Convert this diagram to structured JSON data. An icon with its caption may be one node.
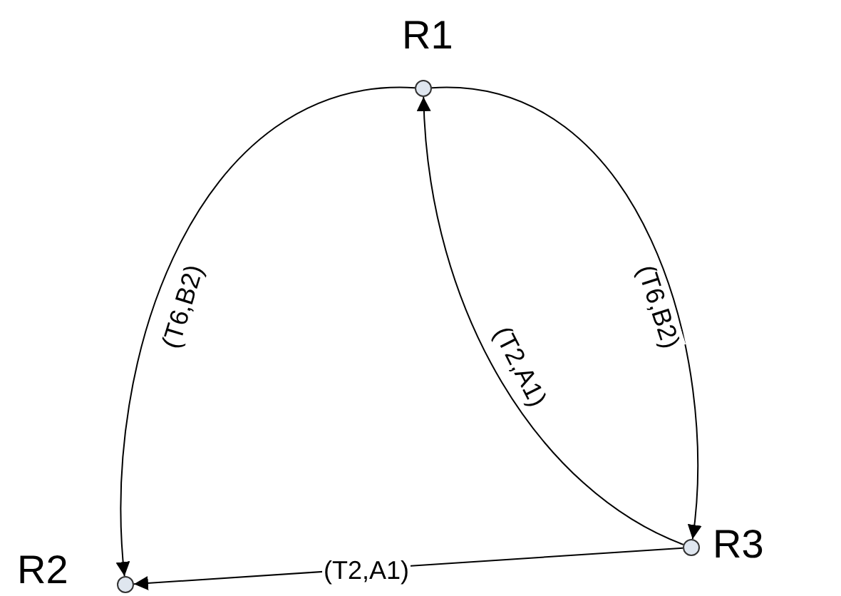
{
  "diagram": {
    "nodes": [
      {
        "text": [
          "R1"
        ]
      },
      {
        "text": [
          "R2"
        ]
      },
      {
        "text": [
          "R3"
        ]
      }
    ],
    "edges": [
      {
        "from": 0,
        "to": 1,
        "arrow": "to",
        "label": "(T6,B2)"
      },
      {
        "from": 0,
        "to": 2,
        "arrow": "to",
        "label": "(T6,B2)"
      },
      {
        "from": 2,
        "to": 0,
        "arrow": "to",
        "label": "(T2,A1)"
      },
      {
        "from": 2,
        "to": 1,
        "arrow": "to",
        "label": "(T2,A1)"
      }
    ]
  }
}
